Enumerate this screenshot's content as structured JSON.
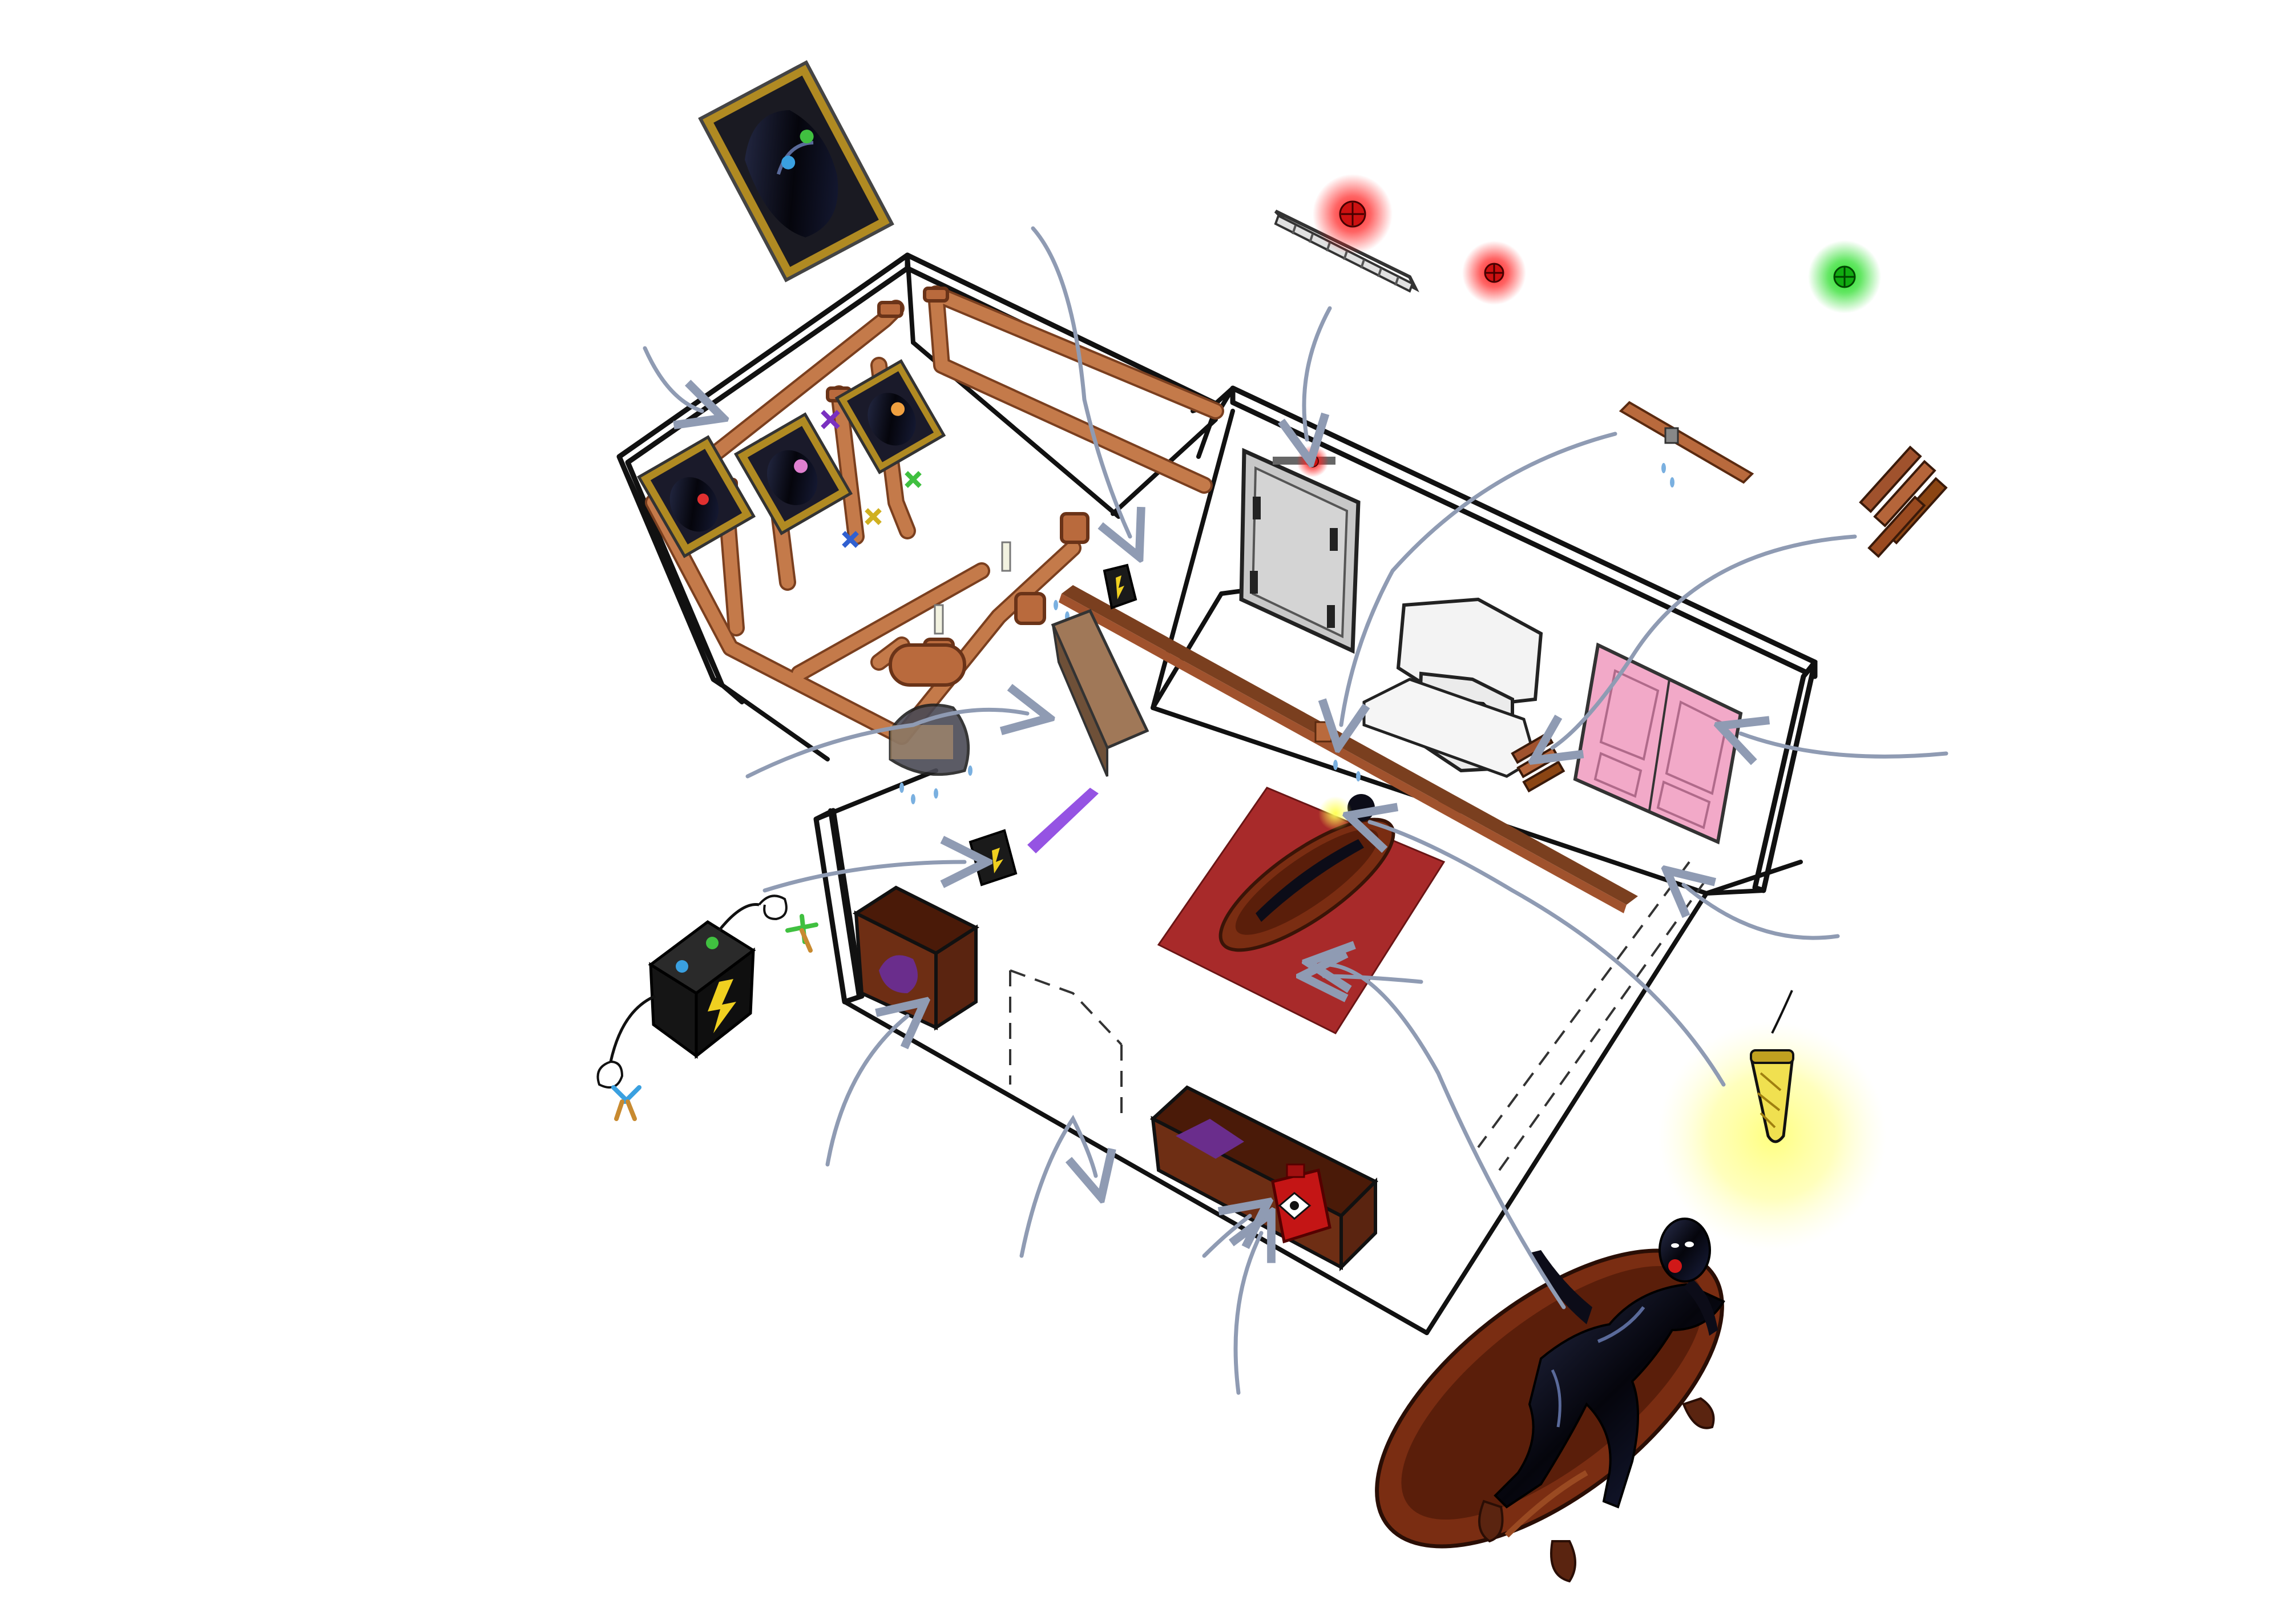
{
  "colors": {
    "background": "#ffffff",
    "wall_line": "#111111",
    "copper_pipe": "#b96a3d",
    "copper_dark": "#7a3f1f",
    "wood": "#6e2e14",
    "wood_dark": "#3f160a",
    "rug": "#a82a2a",
    "arrow": "#8f9bb3",
    "latex": "#0c0c18",
    "latex_shine": "#4a5880",
    "door_grey": "#c8c8c8",
    "pink_door": "#f2a9c8",
    "fireplace": "#f3f3f3",
    "lamp_glow": "#ffff66",
    "light_red": "#ff2222",
    "light_green": "#22dd22",
    "picture_frame": "#b08a22",
    "battery": "#151515",
    "battery_bolt": "#f0d020",
    "fuel_can": "#c41515",
    "purple_cloth": "#6a2d8c",
    "clip_blue": "#3aa0e0",
    "clip_green": "#40c040",
    "clip_orange": "#c88a30"
  },
  "watermark": {
    "lines": [
      "",
      ""
    ]
  },
  "icons": [
    "latex-bust-picture-icon",
    "wall-bust-picture-icon",
    "steel-door-icon",
    "fireplace-icon",
    "pink-wardrobe-icon",
    "firewood-pile-icon",
    "wooden-cabinet-icon",
    "wooden-chest-icon",
    "fuel-can-icon",
    "battery-icon",
    "clawfoot-bathtub-icon",
    "latex-figure-icon",
    "hanging-lamp-icon",
    "vent-grille-icon",
    "red-light-icon",
    "green-light-icon",
    "copper-pipe-icon",
    "water-drip-icon",
    "rug-icon",
    "control-box-icon",
    "pointer-arrow-icon"
  ],
  "lights": [
    {
      "name": "red-light-large",
      "state": "on",
      "color": "red"
    },
    {
      "name": "red-light-small",
      "state": "on",
      "color": "red"
    },
    {
      "name": "green-light",
      "state": "on",
      "color": "green"
    }
  ]
}
